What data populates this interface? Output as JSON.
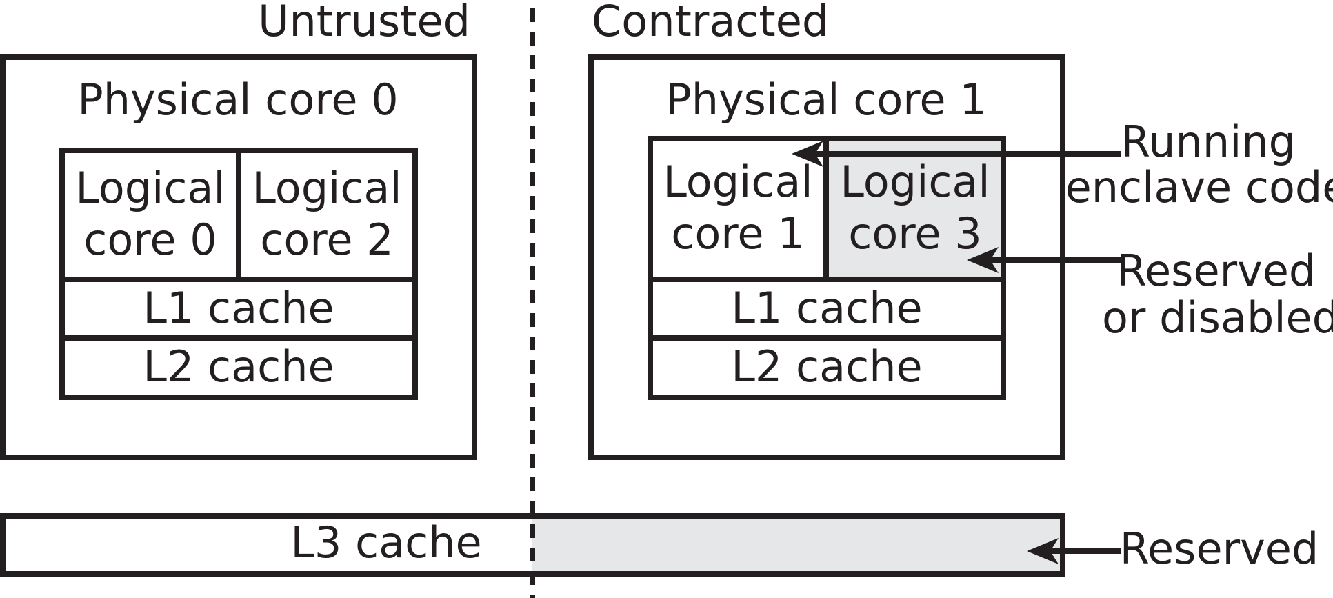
{
  "regions": {
    "left_label": "Untrusted",
    "right_label": "Contracted"
  },
  "core0": {
    "title": "Physical core 0",
    "logical_a": [
      "Logical",
      "core 0"
    ],
    "logical_b": [
      "Logical",
      "core 2"
    ],
    "l1": "L1 cache",
    "l2": "L2 cache"
  },
  "core1": {
    "title": "Physical core 1",
    "logical_a": [
      "Logical",
      "core 1"
    ],
    "logical_b": [
      "Logical",
      "core 3"
    ],
    "l1": "L1 cache",
    "l2": "L2 cache"
  },
  "l3": {
    "label": "L3 cache"
  },
  "annotations": {
    "running": [
      "Running",
      "enclave code"
    ],
    "reserved_disabled": [
      "Reserved",
      "or disabled"
    ],
    "reserved": "Reserved"
  },
  "colors": {
    "ink": "#231f20",
    "reserved_fill": "#e6e7e8"
  }
}
